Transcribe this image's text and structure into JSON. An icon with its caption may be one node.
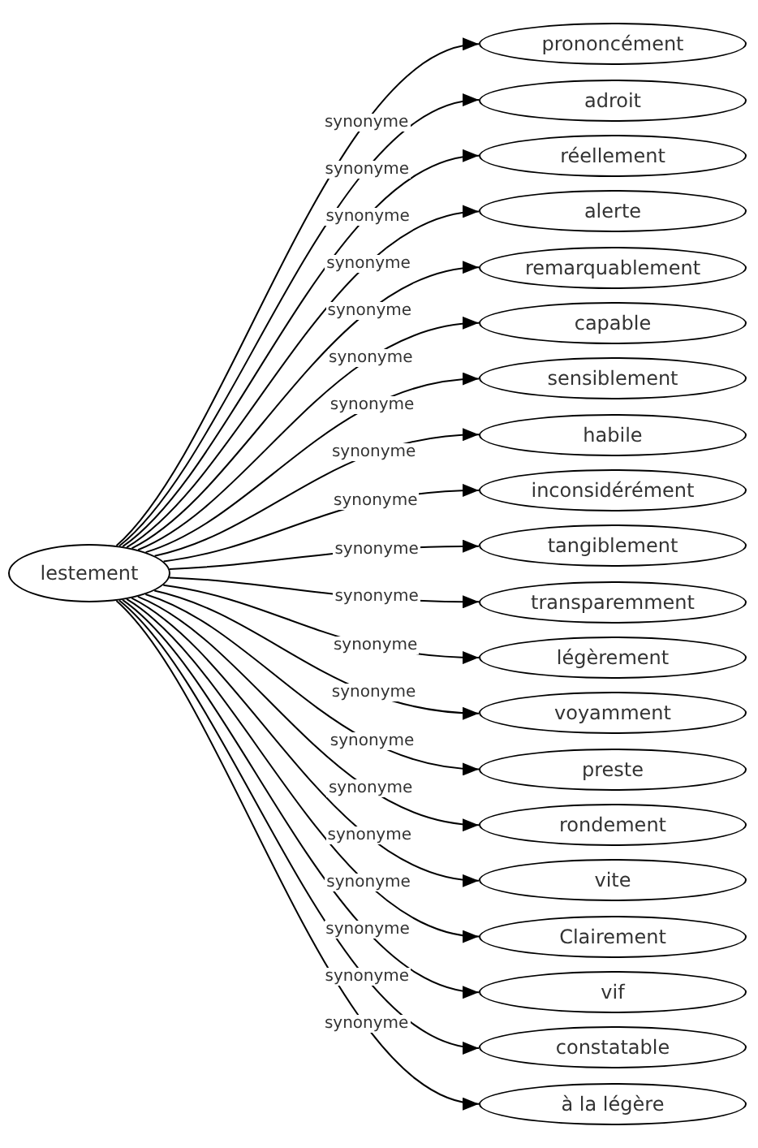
{
  "diagram": {
    "nodes": [
      {
        "text": [
          "lestement"
        ]
      },
      {
        "text": [
          "prononcément"
        ]
      },
      {
        "text": [
          "adroit"
        ]
      },
      {
        "text": [
          "réellement"
        ]
      },
      {
        "text": [
          "alerte"
        ]
      },
      {
        "text": [
          "remarquablement"
        ]
      },
      {
        "text": [
          "capable"
        ]
      },
      {
        "text": [
          "sensiblement"
        ]
      },
      {
        "text": [
          "habile"
        ]
      },
      {
        "text": [
          "inconsidérément"
        ]
      },
      {
        "text": [
          "tangiblement"
        ]
      },
      {
        "text": [
          "transparemment"
        ]
      },
      {
        "text": [
          "légèrement"
        ]
      },
      {
        "text": [
          "voyamment"
        ]
      },
      {
        "text": [
          "preste"
        ]
      },
      {
        "text": [
          "rondement"
        ]
      },
      {
        "text": [
          "vite"
        ]
      },
      {
        "text": [
          "Clairement"
        ]
      },
      {
        "text": [
          "vif"
        ]
      },
      {
        "text": [
          "constatable"
        ]
      },
      {
        "text": [
          "à la légère"
        ]
      }
    ],
    "edges": [
      {
        "from": 0,
        "to": 1,
        "arrow": "to",
        "label": "synonyme"
      },
      {
        "from": 0,
        "to": 2,
        "arrow": "to",
        "label": "synonyme"
      },
      {
        "from": 0,
        "to": 3,
        "arrow": "to",
        "label": "synonyme"
      },
      {
        "from": 0,
        "to": 4,
        "arrow": "to",
        "label": "synonyme"
      },
      {
        "from": 0,
        "to": 5,
        "arrow": "to",
        "label": "synonyme"
      },
      {
        "from": 0,
        "to": 6,
        "arrow": "to",
        "label": "synonyme"
      },
      {
        "from": 0,
        "to": 7,
        "arrow": "to",
        "label": "synonyme"
      },
      {
        "from": 0,
        "to": 8,
        "arrow": "to",
        "label": "synonyme"
      },
      {
        "from": 0,
        "to": 9,
        "arrow": "to",
        "label": "synonyme"
      },
      {
        "from": 0,
        "to": 10,
        "arrow": "to",
        "label": "synonyme"
      },
      {
        "from": 0,
        "to": 11,
        "arrow": "to",
        "label": "synonyme"
      },
      {
        "from": 0,
        "to": 12,
        "arrow": "to",
        "label": "synonyme"
      },
      {
        "from": 0,
        "to": 13,
        "arrow": "to",
        "label": "synonyme"
      },
      {
        "from": 0,
        "to": 14,
        "arrow": "to",
        "label": "synonyme"
      },
      {
        "from": 0,
        "to": 15,
        "arrow": "to",
        "label": "synonyme"
      },
      {
        "from": 0,
        "to": 16,
        "arrow": "to",
        "label": "synonyme"
      },
      {
        "from": 0,
        "to": 17,
        "arrow": "to",
        "label": "synonyme"
      },
      {
        "from": 0,
        "to": 18,
        "arrow": "to",
        "label": "synonyme"
      },
      {
        "from": 0,
        "to": 19,
        "arrow": "to",
        "label": "synonyme"
      },
      {
        "from": 0,
        "to": 20,
        "arrow": "to",
        "label": "synonyme"
      }
    ]
  }
}
